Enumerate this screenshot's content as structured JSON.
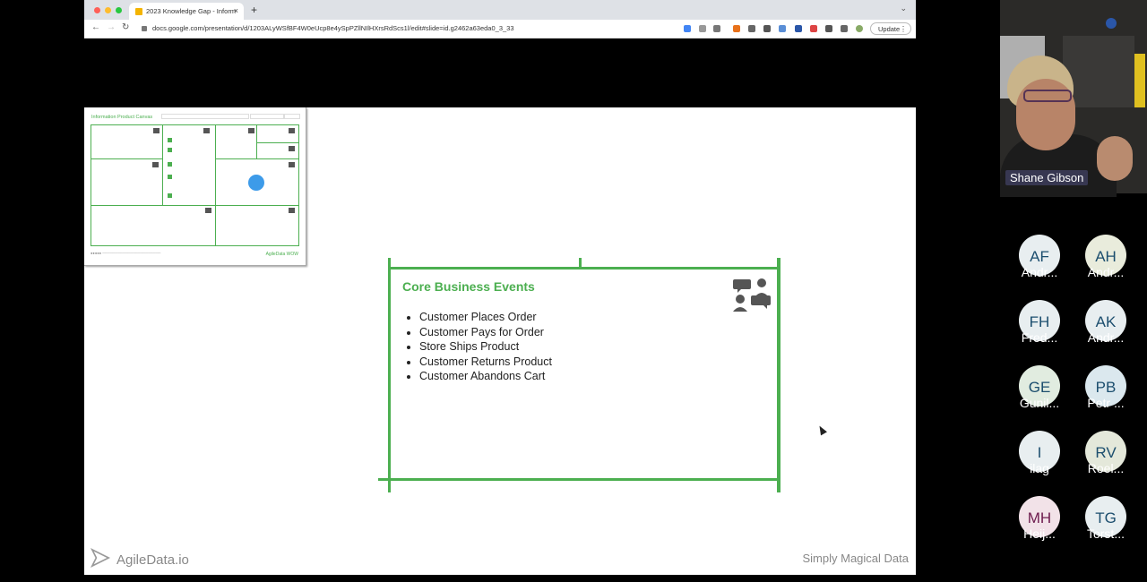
{
  "browser": {
    "tab_title": "2023 Knowledge Gap - Inform",
    "tab_close": "×",
    "new_tab": "+",
    "tab_chevron": "⌄",
    "url": "docs.google.com/presentation/d/1203ALyWSfBF4W0eUcp8e4ySpPZllNIlHXrsRdScs1l/edit#slide=id.g2462a63eda0_3_33",
    "update_label": "Update",
    "update_menu": "⋮",
    "nav": {
      "back": "←",
      "forward": "→",
      "reload": "↻"
    }
  },
  "slide": {
    "thumbnail": {
      "title": "Information Product Canvas",
      "footer_logo": "AgileData WOW"
    },
    "card": {
      "title": "Core Business Events",
      "events": [
        "Customer Places Order",
        "Customer Pays for Order",
        "Store Ships Product",
        "Customer Returns Product",
        "Customer Abandons Cart"
      ]
    },
    "brand": "AgileData.io",
    "tagline": "Simply Magical Data"
  },
  "meeting": {
    "presenter_name": "Shane Gibson",
    "participants": [
      {
        "initials": "AF",
        "name": "Andr...",
        "bg": "#e8eef0",
        "fg": "#1c4e6e"
      },
      {
        "initials": "AH",
        "name": "Andr...",
        "bg": "#e9ecdc",
        "fg": "#1c4e6e"
      },
      {
        "initials": "FH",
        "name": "Fred...",
        "bg": "#e8eef0",
        "fg": "#1c4e6e"
      },
      {
        "initials": "AK",
        "name": "Andr...",
        "bg": "#e8eef0",
        "fg": "#1c4e6e"
      },
      {
        "initials": "GE",
        "name": "Gunil...",
        "bg": "#e1ece0",
        "fg": "#1c4e6e"
      },
      {
        "initials": "PB",
        "name": "Petr ...",
        "bg": "#dbe8ee",
        "fg": "#1c4e6e"
      },
      {
        "initials": "I",
        "name": "ilag",
        "bg": "#e8eef0",
        "fg": "#1c4e6e"
      },
      {
        "initials": "RV",
        "name": "Roel...",
        "bg": "#e4e8da",
        "fg": "#1c4e6e"
      },
      {
        "initials": "MH",
        "name": "Heij...",
        "bg": "#f2e2e8",
        "fg": "#6e1c4e"
      },
      {
        "initials": "TG",
        "name": "Torst...",
        "bg": "#e8eef0",
        "fg": "#1c4e6e"
      }
    ]
  }
}
